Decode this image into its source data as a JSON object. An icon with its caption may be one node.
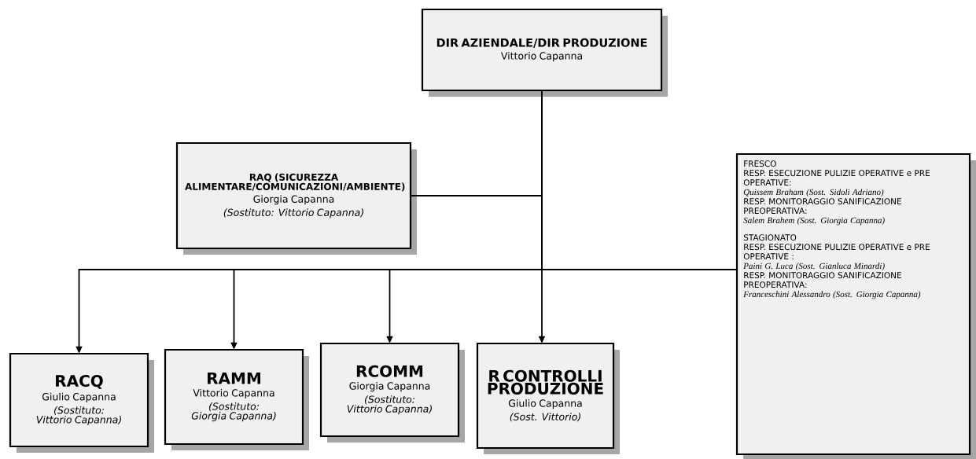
{
  "diagram": {
    "nodes": [
      {
        "text": [
          "DIR AZIENDALE/DIR PRODUZIONE",
          "Vittorio Capanna"
        ]
      },
      {
        "text": [
          "RAQ (SICUREZZA ALIMENTARE/COMUNICAZIONI/AMBIENTE)",
          "Giorgia Capanna",
          "(Sostituto: Vittorio Capanna)"
        ]
      },
      {
        "text": [
          "RACQ",
          "Giulio Capanna",
          "(Sostituto: Vittorio Capanna)"
        ]
      },
      {
        "text": [
          "RAMM",
          "Vittorio Capanna",
          "(Sostituto: Giorgia Capanna)"
        ]
      },
      {
        "text": [
          "RCOMM",
          "Giorgia Capanna",
          "(Sostituto: Vittorio Capanna)"
        ]
      },
      {
        "text": [
          "R CONTROLLI PRODUZIONE",
          "Giulio Capanna",
          "(Sost. Vittorio)"
        ]
      },
      {
        "text": [
          "FRESCO",
          "RESP. ESECUZIONE PULIZIE OPERATIVE e PRE OPERATIVE:",
          "Quissem Braham (Sost. Sidoli Adriano)",
          "RESP. MONITORAGGIO SANIFICAZIONE PREOPERATIVA:",
          "Salem Brahem (Sost. Giorgia Capanna)",
          "STAGIONATO",
          "RESP. ESECUZIONE PULIZIE OPERATIVE e PRE OPERATIVE :",
          "Paini G. Luca (Sost. Gianluca Minardi)",
          "RESP. MONITORAGGIO SANIFICAZIONE PREOPERATIVA:",
          "Franceschini Alessandro (Sost. Giorgia Capanna)"
        ]
      }
    ],
    "edges": [
      {
        "from": 0,
        "to": 1,
        "arrow": "none"
      },
      {
        "from": 0,
        "to": 2,
        "arrow": "to"
      },
      {
        "from": 0,
        "to": 3,
        "arrow": "to"
      },
      {
        "from": 0,
        "to": 4,
        "arrow": "to"
      },
      {
        "from": 0,
        "to": 5,
        "arrow": "to"
      },
      {
        "from": 0,
        "to": 6,
        "arrow": "none"
      }
    ]
  }
}
